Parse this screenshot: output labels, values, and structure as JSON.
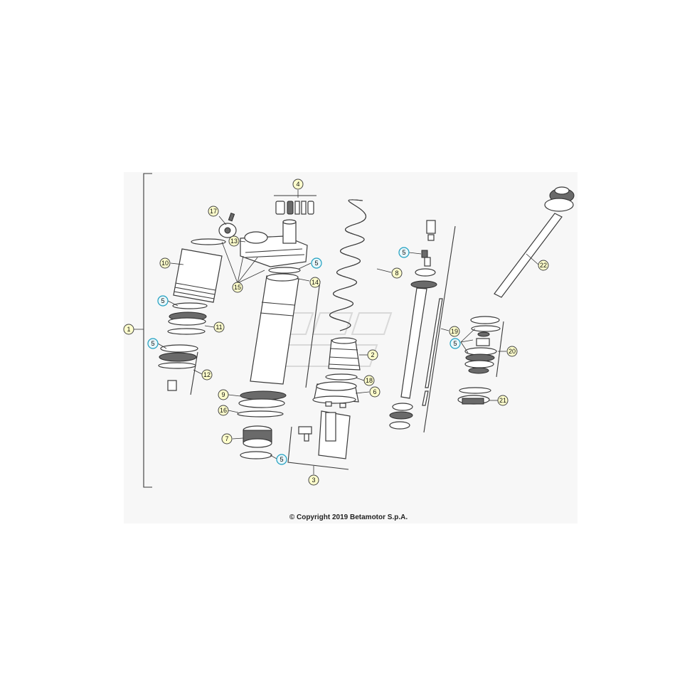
{
  "diagram": {
    "copyright": "© Copyright 2019 Betamotor S.p.A.",
    "callouts": [
      "1",
      "2",
      "3",
      "4",
      "5",
      "6",
      "7",
      "8",
      "9",
      "10",
      "11",
      "12",
      "13",
      "14",
      "15",
      "16",
      "17",
      "18",
      "19",
      "20",
      "21",
      "22"
    ],
    "colors": {
      "callout_fill": "#ffffcc",
      "shared_callout": "#1f9fc0",
      "line": "#3a3a3a"
    }
  }
}
